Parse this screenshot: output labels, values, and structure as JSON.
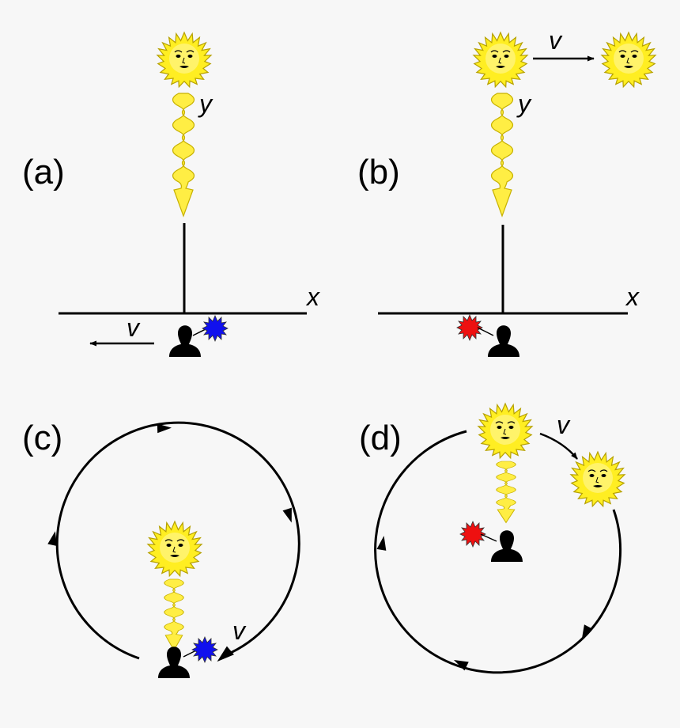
{
  "colors": {
    "background": "#f7f7f7",
    "sun_fill": "#ffee22",
    "sun_stroke": "#b5a000",
    "wave_fill": "#ffee44",
    "blue_star": "#1010ee",
    "red_star": "#ee1010",
    "line": "#000000"
  },
  "panels": [
    {
      "label": "(a)",
      "wave_label": "y",
      "x_axis_label": "x",
      "velocity_label": "v",
      "observer_star_color": "blue"
    },
    {
      "label": "(b)",
      "wave_label": "y",
      "x_axis_label": "x",
      "velocity_label": "v",
      "observer_star_color": "red"
    },
    {
      "label": "(c)",
      "velocity_label": "v",
      "observer_star_color": "blue"
    },
    {
      "label": "(d)",
      "velocity_label": "v",
      "observer_star_color": "red"
    }
  ],
  "icons": [
    "sun-face-icon",
    "light-wave-arrow-icon",
    "observer-head-icon",
    "colored-star-icon",
    "arrow-icon"
  ]
}
